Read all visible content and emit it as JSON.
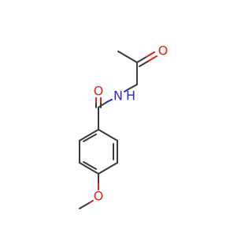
{
  "molecule": {
    "atoms": {
      "ketone_oxygen": {
        "label": "O",
        "color": "#e0241c"
      },
      "amide_oxygen": {
        "label": "O",
        "color": "#e0241c"
      },
      "amide_nitrogen": {
        "label": "N",
        "hydrogen": "H",
        "color": "#2b2bd6"
      },
      "ether_oxygen": {
        "label": "O",
        "color": "#e0241c"
      }
    },
    "bond_color": "#3a3a3a"
  }
}
